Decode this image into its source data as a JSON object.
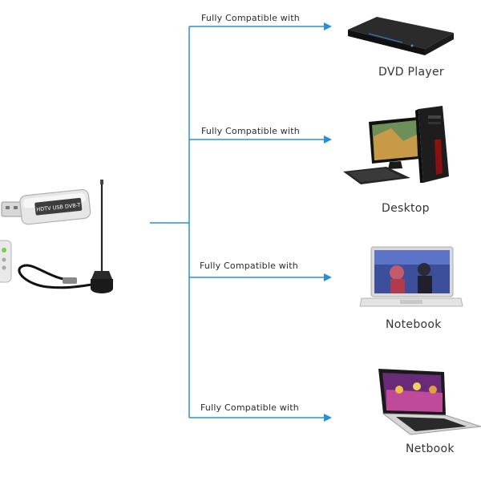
{
  "source": {
    "stick_text": "HDTV USB DVB-T"
  },
  "connector_color": "#2a8fd8",
  "branches": [
    {
      "compat_label": "Fully Compatible with",
      "device_label": "DVD Player",
      "device_icon": "dvd-player-icon"
    },
    {
      "compat_label": "Fully Compatible with",
      "device_label": "Desktop",
      "device_icon": "desktop-computer-icon"
    },
    {
      "compat_label": "Fully Compatible with",
      "device_label": "Notebook",
      "device_icon": "notebook-laptop-icon"
    },
    {
      "compat_label": "Fully Compatible with",
      "device_label": "Netbook",
      "device_icon": "netbook-laptop-icon"
    }
  ]
}
